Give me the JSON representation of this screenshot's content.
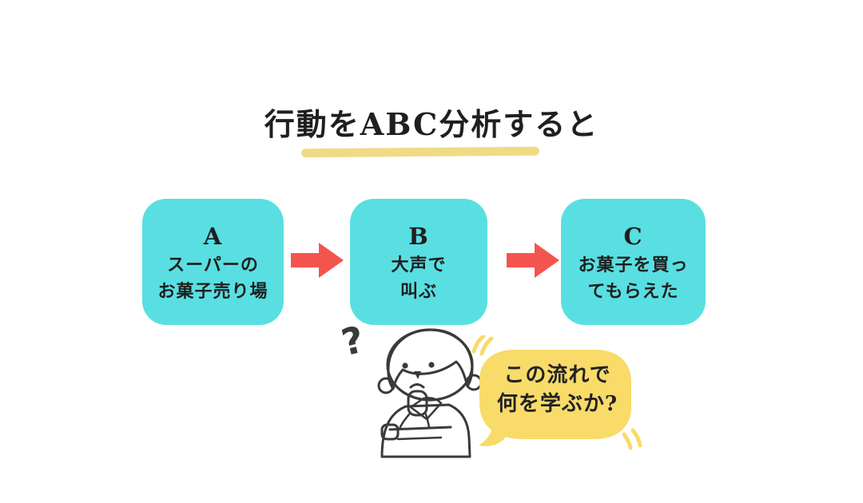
{
  "title": {
    "text": "行動をABC分析すると"
  },
  "flow": {
    "boxes": [
      {
        "label": "A",
        "line1": "スーパーの",
        "line2": "お菓子売り場"
      },
      {
        "label": "B",
        "line1": "大声で",
        "line2": "叫ぶ"
      },
      {
        "label": "C",
        "line1": "お菓子を買っ",
        "line2": "てもらえた"
      }
    ]
  },
  "character": {
    "question_mark": "?"
  },
  "speech_bubble": {
    "line1": "この流れで",
    "line2": "何を学ぶか?"
  },
  "colors": {
    "box-teal": "#59dfe1",
    "arrow-red": "#f4544e",
    "bubble-yellow": "#f8db69",
    "underline-yellow": "#efd97e",
    "ink": "#3a3a3a",
    "text": "#1f1f1f",
    "hair": "#d4c5b2",
    "shirt": "#a9cee4"
  }
}
